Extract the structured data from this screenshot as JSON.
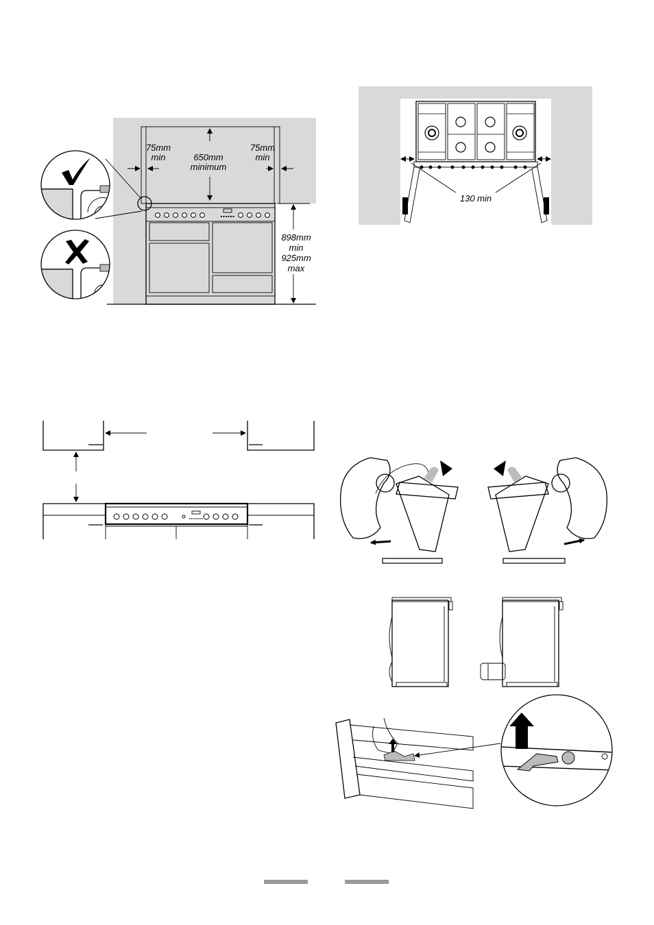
{
  "fig_clearance": {
    "side_left": "75mm\nmin",
    "top": "650mm\nminimum",
    "side_right": "75mm\nmin",
    "height": "898mm\nmin\n925mm\nmax"
  },
  "fig_hob_top": {
    "gap_label": "130 min"
  },
  "icons": {
    "correct": "check-mark-icon",
    "incorrect": "cross-mark-icon"
  },
  "colors": {
    "wall_grey": "#d9d9d9",
    "page_marker_grey": "#999999"
  }
}
